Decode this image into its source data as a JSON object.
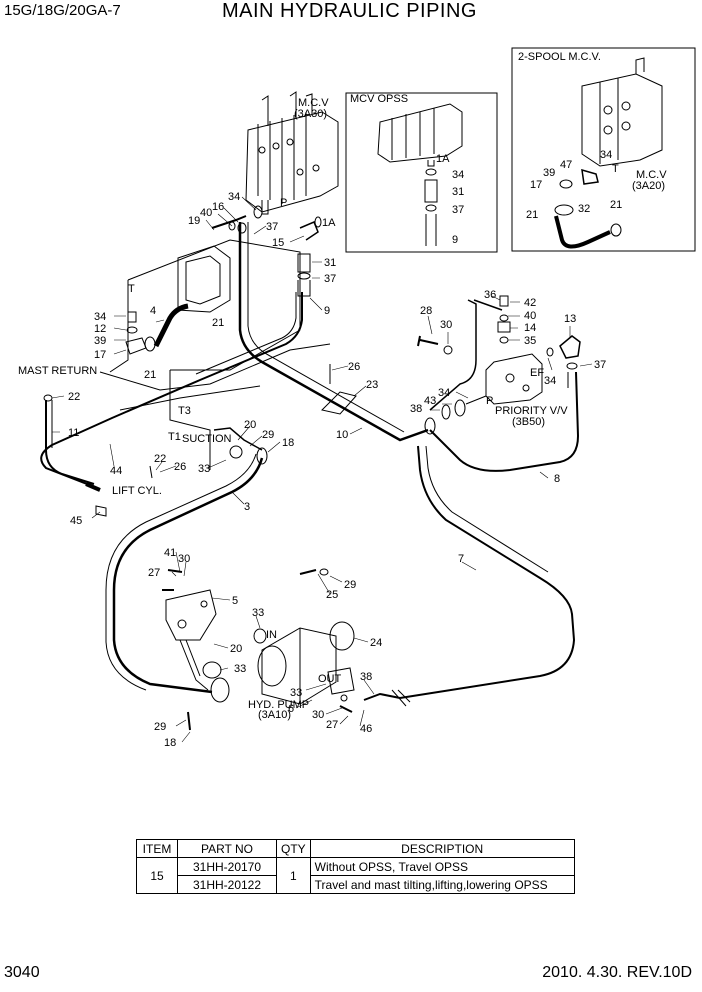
{
  "header": {
    "model": "15G/18G/20GA-7",
    "title": "MAIN HYDRAULIC PIPING"
  },
  "footer": {
    "page_number": "3040",
    "revision": "2010. 4.30.  REV.10D"
  },
  "insets": {
    "mcv_opss": {
      "title": "MCV OPSS",
      "port_label": "1A",
      "callouts": [
        "34",
        "31",
        "37",
        "9"
      ]
    },
    "two_spool": {
      "title": "2-SPOOL M.C.V.",
      "mcv_label": "M.C.V",
      "mcv_ref": "(3A20)",
      "port_label": "T",
      "callouts": [
        "34",
        "47",
        "39",
        "17",
        "21",
        "32",
        "21"
      ]
    }
  },
  "labels": {
    "mcv": "M.C.V",
    "mcv_ref": "(3A30)",
    "mast_return": "MAST RETURN",
    "lift_cyl": "LIFT CYL.",
    "suction": "SUCTION",
    "priority_valve": "PRIORITY V/V",
    "priority_ref": "(3B50)",
    "hyd_pump": "HYD. PUMP",
    "hyd_pump_ref": "(3A10)",
    "port_in": "IN",
    "port_out": "OUT",
    "port_p": "P",
    "port_1a": "1A",
    "port_t": "T",
    "port_t1": "T1",
    "port_t3": "T3",
    "port_ef": "EF",
    "port_p2": "P"
  },
  "callouts": {
    "c1": "34",
    "c2": "16",
    "c3": "40",
    "c4": "19",
    "c5": "37",
    "c6": "15",
    "c7": "31",
    "c8": "37",
    "c9": "9",
    "c10": "34",
    "c11": "12",
    "c12": "39",
    "c13": "17",
    "c14": "4",
    "c15": "21",
    "c16": "21",
    "c17": "22",
    "c18": "11",
    "c19": "26",
    "c20": "23",
    "c21": "10",
    "c22": "28",
    "c23": "30",
    "c24": "36",
    "c25": "42",
    "c26": "40",
    "c27": "14",
    "c28": "35",
    "c29": "13",
    "c30": "37",
    "c31": "34",
    "c32": "38",
    "c33": "43",
    "c34": "34",
    "c35": "20",
    "c36": "29",
    "c37": "18",
    "c38": "22",
    "c39": "26",
    "c40": "33",
    "c41": "44",
    "c42": "3",
    "c43": "8",
    "c44": "45",
    "c45": "7",
    "c46": "41",
    "c47": "30",
    "c48": "27",
    "c49": "5",
    "c50": "29",
    "c51": "25",
    "c52": "33",
    "c53": "24",
    "c54": "20",
    "c55": "33",
    "c56": "38",
    "c57": "33",
    "c58": "6",
    "c59": "30",
    "c60": "27",
    "c61": "46",
    "c62": "29",
    "c63": "18"
  },
  "parts_table": {
    "headers": [
      "ITEM",
      "PART NO",
      "QTY",
      "DESCRIPTION"
    ],
    "item": "15",
    "qty": "1",
    "rows": [
      {
        "part_no": "31HH-20170",
        "description": "Without OPSS, Travel OPSS"
      },
      {
        "part_no": "31HH-20122",
        "description": "Travel and mast tilting,lifting,lowering OPSS"
      }
    ]
  }
}
